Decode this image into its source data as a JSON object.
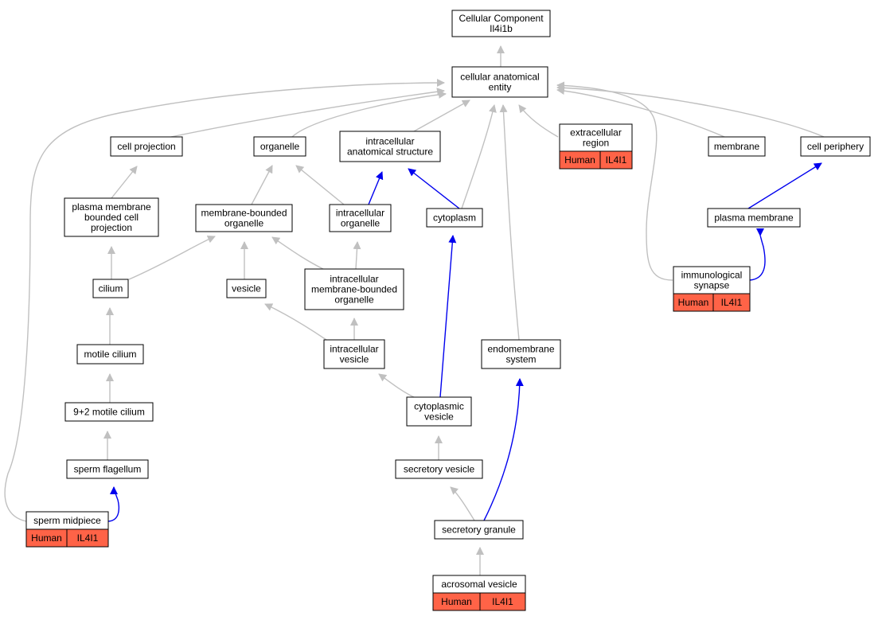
{
  "colors": {
    "is_a_edge": "#c0c0c0",
    "part_of_edge": "#0000ee",
    "annotation_fill": "#ff6347",
    "node_fill": "#ffffff",
    "node_border": "#000000"
  },
  "nodes": {
    "root": [
      "Cellular Component",
      "Il4i1b"
    ],
    "cae": [
      "cellular anatomical",
      "entity"
    ],
    "cell_projection": [
      "cell projection"
    ],
    "organelle": [
      "organelle"
    ],
    "intra_struct": [
      "intracellular",
      "anatomical structure"
    ],
    "extracellular": [
      "extracellular",
      "region"
    ],
    "membrane": [
      "membrane"
    ],
    "cell_periphery": [
      "cell periphery"
    ],
    "pm_bounded": [
      "plasma membrane",
      "bounded cell",
      "projection"
    ],
    "mb_organelle": [
      "membrane-bounded",
      "organelle"
    ],
    "intra_organelle": [
      "intracellular",
      "organelle"
    ],
    "cytoplasm": [
      "cytoplasm"
    ],
    "plasma_membrane": [
      "plasma membrane"
    ],
    "cilium": [
      "cilium"
    ],
    "vesicle": [
      "vesicle"
    ],
    "intra_mb_organelle": [
      "intracellular",
      "membrane-bounded",
      "organelle"
    ],
    "immuno_synapse": [
      "immunological",
      "synapse"
    ],
    "motile_cilium": [
      "motile cilium"
    ],
    "intra_vesicle": [
      "intracellular",
      "vesicle"
    ],
    "endomembrane": [
      "endomembrane",
      "system"
    ],
    "cyto_vesicle": [
      "cytoplasmic",
      "vesicle"
    ],
    "nine_two": [
      "9+2 motile cilium"
    ],
    "secretory_vesicle": [
      "secretory vesicle"
    ],
    "sperm_flagellum": [
      "sperm flagellum"
    ],
    "sperm_midpiece": [
      "sperm midpiece"
    ],
    "secretory_granule": [
      "secretory granule"
    ],
    "acrosomal_vesicle": [
      "acrosomal vesicle"
    ]
  },
  "annotations": {
    "extracellular": [
      "Human",
      "IL4I1"
    ],
    "immuno_synapse": [
      "Human",
      "IL4I1"
    ],
    "sperm_midpiece": [
      "Human",
      "IL4I1"
    ],
    "acrosomal_vesicle": [
      "Human",
      "IL4I1"
    ]
  }
}
